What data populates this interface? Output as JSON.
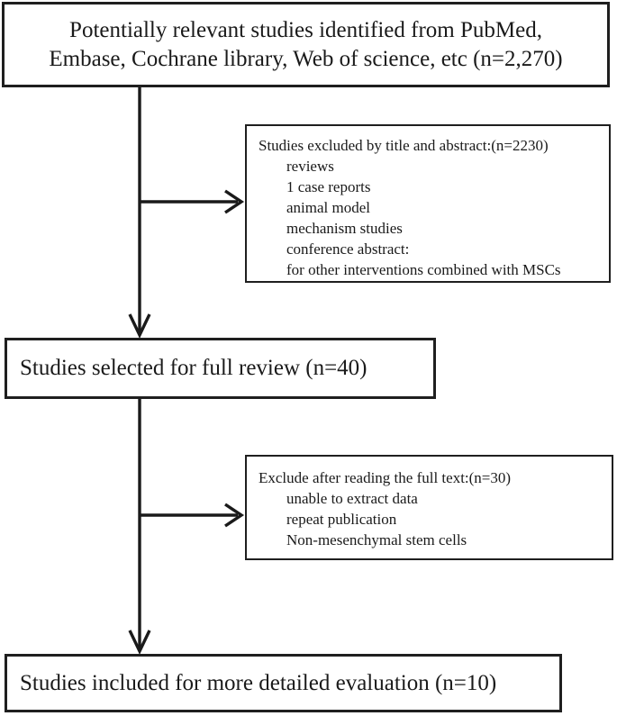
{
  "flowchart": {
    "identified_box": {
      "line1": "Potentially relevant studies identified from PubMed,",
      "line2": "Embase, Cochrane library, Web of science, etc (n=2,270)"
    },
    "excluded_title_abstract": {
      "title": "Studies excluded by title and abstract:(n=2230)",
      "items": [
        "reviews",
        "1 case reports",
        "animal model",
        "mechanism studies",
        "conference abstract:",
        "for other interventions combined with MSCs"
      ]
    },
    "full_review_box": {
      "label": "Studies selected for full review (n=40)"
    },
    "excluded_full_text": {
      "title": "Exclude after reading the full text:(n=30)",
      "items": [
        "unable to extract data",
        "repeat publication",
        "Non-mesenchymal stem cells"
      ]
    },
    "included_box": {
      "label": "Studies included for more detailed evaluation (n=10)"
    }
  },
  "colors": {
    "border": "#1f1f1f",
    "text": "#1a1a1a",
    "background": "#ffffff"
  }
}
